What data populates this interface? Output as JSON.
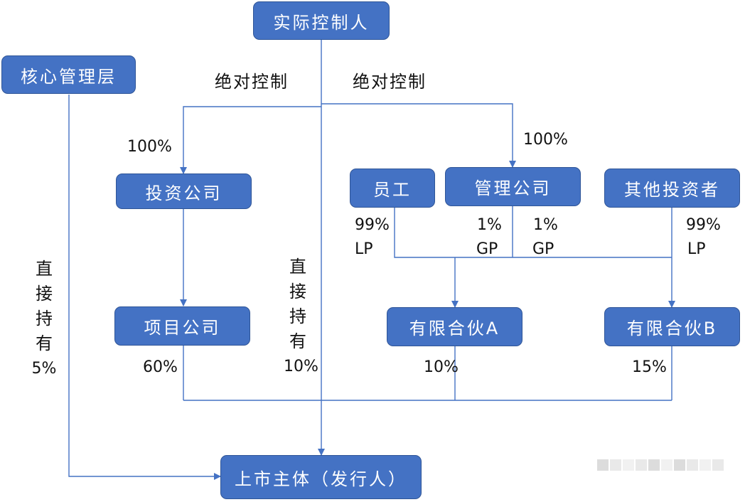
{
  "nodes": {
    "controller": "实际控制人",
    "core_management": "核心管理层",
    "investment_company": "投资公司",
    "project_company": "项目公司",
    "employees": "员工",
    "management_company": "管理公司",
    "other_investors": "其他投资者",
    "lp_a": "有限合伙A",
    "lp_b": "有限合伙B",
    "listed_entity": "上市主体（发行人）"
  },
  "labels": {
    "absolute_control_left": "绝对控制",
    "absolute_control_right": "绝对控制",
    "pct_investment": "100%",
    "pct_management": "100%",
    "employee_share": "99%",
    "employee_role": "LP",
    "mgmt_share_a": "1%",
    "mgmt_role_a": "GP",
    "mgmt_share_b": "1%",
    "mgmt_role_b": "GP",
    "other_share": "99%",
    "other_role": "LP",
    "project_pct": "60%",
    "lp_a_pct": "10%",
    "lp_b_pct": "15%"
  },
  "direct_holdings": {
    "core": {
      "chars": [
        "直",
        "接",
        "持",
        "有"
      ],
      "pct": "5%"
    },
    "controller": {
      "chars": [
        "直",
        "接",
        "持",
        "有"
      ],
      "pct": "10%"
    }
  },
  "colors": {
    "box_fill": "#4472C4",
    "box_border": "#2F5597",
    "line": "#4472C4"
  }
}
